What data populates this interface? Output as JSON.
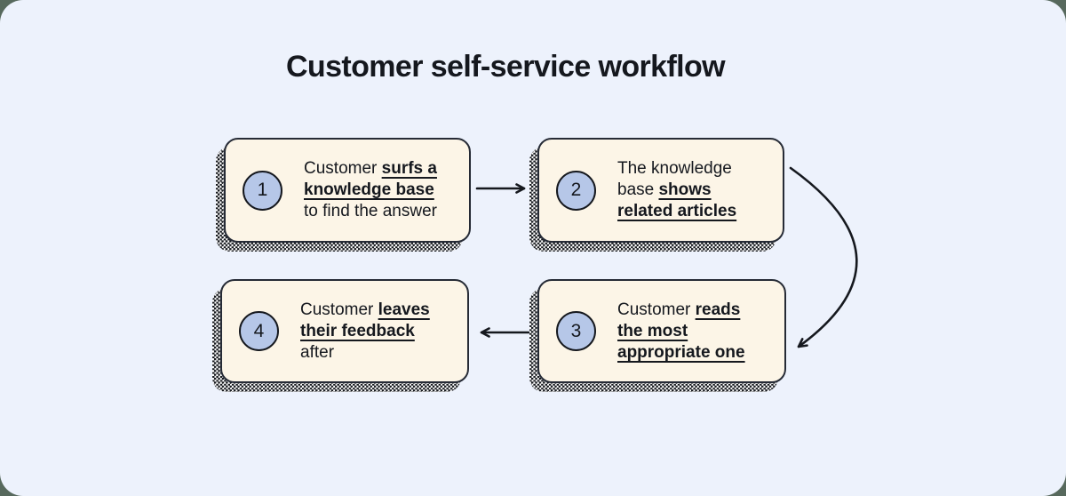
{
  "page": {
    "title": "Customer self-service workflow"
  },
  "theme": {
    "colors": {
      "outer_bg": "#57695d",
      "canvas_bg": "#edf2fc",
      "card_bg": "#fcf5e7",
      "card_border": "#262b36",
      "circle_bg": "#b6c7e8",
      "ink": "#15181e"
    }
  },
  "workflow": {
    "steps": [
      {
        "number": "1",
        "segments": [
          {
            "text": "Customer ",
            "strong": false
          },
          {
            "text": "surfs a\nknowledge base",
            "strong": true
          },
          {
            "text": "\nto find the answer",
            "strong": false
          }
        ]
      },
      {
        "number": "2",
        "segments": [
          {
            "text": "The knowledge\nbase ",
            "strong": false
          },
          {
            "text": "shows\nrelated articles",
            "strong": true
          }
        ]
      },
      {
        "number": "3",
        "segments": [
          {
            "text": "Customer ",
            "strong": false
          },
          {
            "text": "reads\nthe most\nappropriate one",
            "strong": true
          }
        ]
      },
      {
        "number": "4",
        "segments": [
          {
            "text": "Customer ",
            "strong": false
          },
          {
            "text": "leaves\ntheir feedback",
            "strong": true
          },
          {
            "text": "\nafter",
            "strong": false
          }
        ]
      }
    ],
    "connectors": [
      {
        "from": "1",
        "to": "2",
        "shape": "straight-right"
      },
      {
        "from": "2",
        "to": "3",
        "shape": "curved-down-right"
      },
      {
        "from": "3",
        "to": "4",
        "shape": "straight-left"
      }
    ]
  }
}
